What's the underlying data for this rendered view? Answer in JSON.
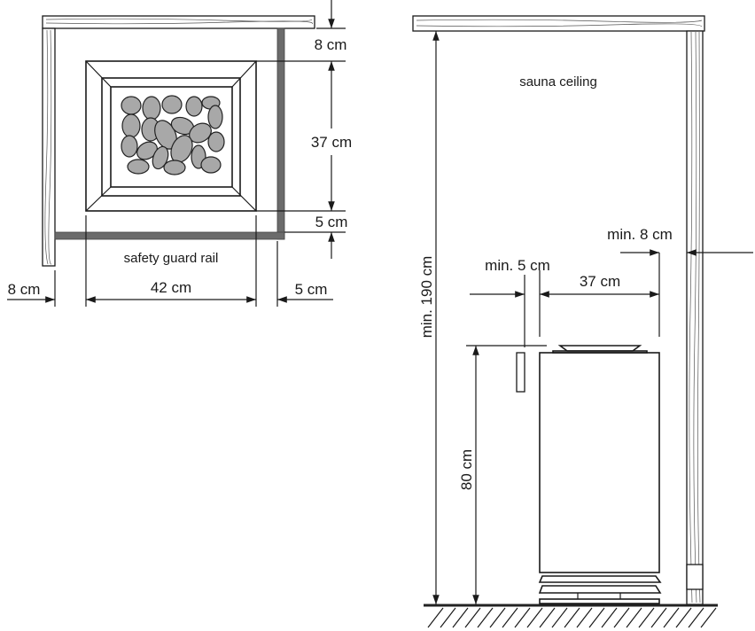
{
  "top_view": {
    "dim_top_clearance": "8 cm",
    "dim_heater_depth": "37 cm",
    "dim_rail_front": "5 cm",
    "dim_left_wall": "8 cm",
    "dim_heater_width": "42 cm",
    "dim_rail_side": "5 cm",
    "rail_label": "safety guard rail"
  },
  "side_view": {
    "ceiling_label": "sauna ceiling",
    "dim_min_height": "min. 190 cm",
    "dim_rail_height": "80 cm",
    "dim_min_rail_gap": "min. 5 cm",
    "dim_heater_depth": "37 cm",
    "dim_min_wall_gap": "min. 8 cm"
  }
}
